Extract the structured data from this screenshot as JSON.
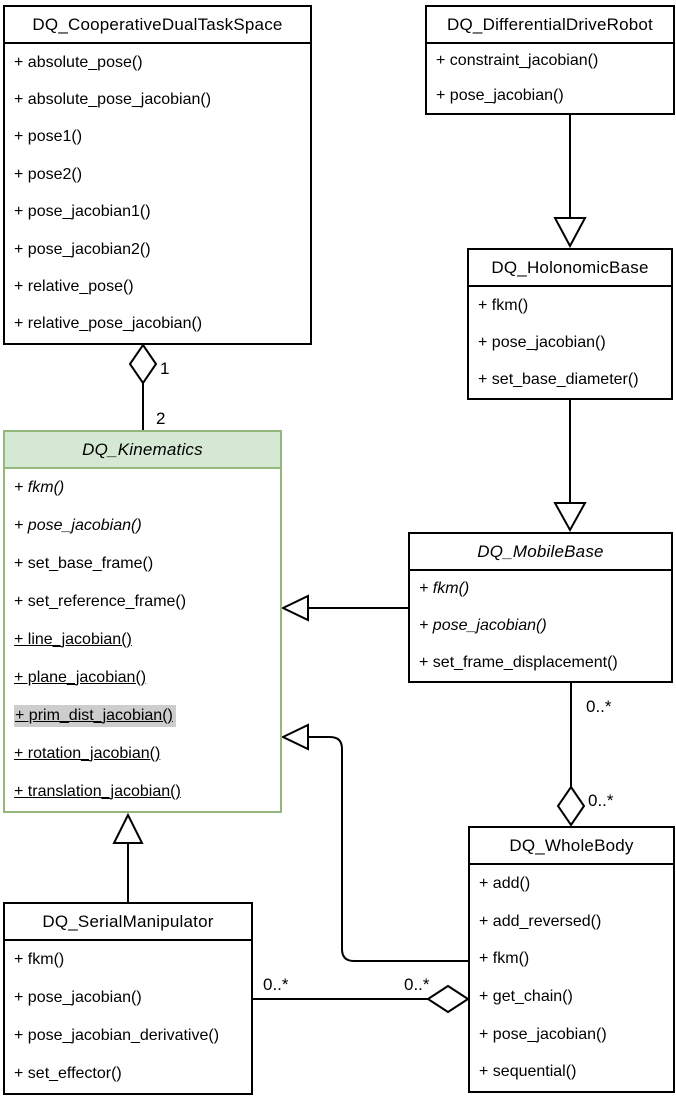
{
  "classes": {
    "coop": {
      "title": "DQ_CooperativeDualTaskSpace",
      "methods": [
        "+ absolute_pose()",
        "+ absolute_pose_jacobian()",
        "+ pose1()",
        "+ pose2()",
        "+ pose_jacobian1()",
        "+ pose_jacobian2()",
        "+ relative_pose()",
        "+ relative_pose_jacobian()"
      ]
    },
    "ddr": {
      "title": "DQ_DifferentialDriveRobot",
      "methods": [
        "+ constraint_jacobian()",
        "+ pose_jacobian()"
      ]
    },
    "holo": {
      "title": "DQ_HolonomicBase",
      "methods": [
        "+ fkm()",
        "+ pose_jacobian()",
        "+ set_base_diameter()"
      ]
    },
    "kin": {
      "title": "DQ_Kinematics",
      "methods": [
        "+ fkm()",
        "+ pose_jacobian()",
        "+ set_base_frame()",
        "+ set_reference_frame()",
        "+ line_jacobian()",
        "+ plane_jacobian()",
        "+ prim_dist_jacobian()",
        "+ rotation_jacobian()",
        "+ translation_jacobian()"
      ]
    },
    "mob": {
      "title": "DQ_MobileBase",
      "methods": [
        "+ fkm()",
        "+ pose_jacobian()",
        "+ set_frame_displacement()"
      ]
    },
    "whole": {
      "title": "DQ_WholeBody",
      "methods": [
        "+ add()",
        "+ add_reversed()",
        "+ fkm()",
        "+ get_chain()",
        "+ pose_jacobian()",
        "+ sequential()"
      ]
    },
    "serial": {
      "title": "DQ_SerialManipulator",
      "methods": [
        "+ fkm()",
        "+ pose_jacobian()",
        "+ pose_jacobian_derivative()",
        "+ set_effector()"
      ]
    }
  },
  "edges": {
    "coop_kin": {
      "upper": "1",
      "lower": "2"
    },
    "mob_whole": {
      "upper": "0..*",
      "lower": "0..*"
    },
    "serial_whole": {
      "left": "0..*",
      "right": "0..*"
    }
  },
  "colors": {
    "kinematics_header_fill": "#d5e8d4",
    "kinematics_border": "#93b77c",
    "highlight_gray": "#cdcdcd",
    "box_border": "#000000",
    "background": "#ffffff"
  }
}
